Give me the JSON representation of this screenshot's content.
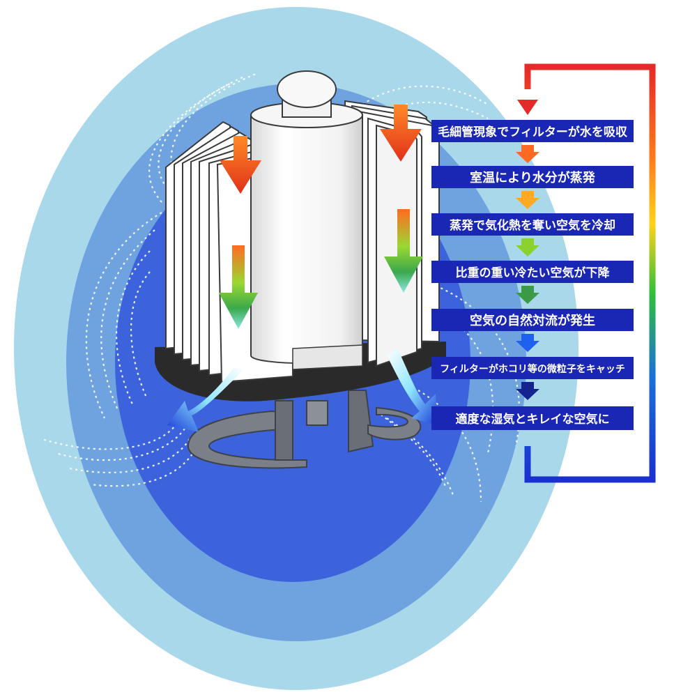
{
  "colors": {
    "outer_halo": "#a9d8ea",
    "middle_halo": "#6ea3e0",
    "inner_halo": "#3d63dc",
    "label_box": "#1a26b4",
    "loop_top": "#e52a2a",
    "loop_bottom": "#1a30d0",
    "unit_white": "#ffffff",
    "unit_dark": "#2a2a2a",
    "stand_gray": "#7b7f88"
  },
  "icons": [
    "dripping-arrow-icon",
    "cool-air-arrow-icon",
    "step-arrow-icon"
  ],
  "steps": [
    {
      "label": "毛細管現象でフィルターが水を吸収",
      "arrow_color": "#ff6a22"
    },
    {
      "label": "室温により水分が蒸発",
      "arrow_color": "#ffaa22"
    },
    {
      "label": "蒸発で気化熱を奪い空気を冷却",
      "arrow_color": "#8cd22e"
    },
    {
      "label": "比重の重い冷たい空気が下降",
      "arrow_color": "#3a9a46"
    },
    {
      "label": "空気の自然対流が発生",
      "arrow_color": "#2060ee"
    },
    {
      "label": "フィルターがホコリ等の微粒子をキャッチ",
      "arrow_color": "#15238e"
    },
    {
      "label": "適度な湿気とキレイな空気に",
      "arrow_color": ""
    }
  ]
}
